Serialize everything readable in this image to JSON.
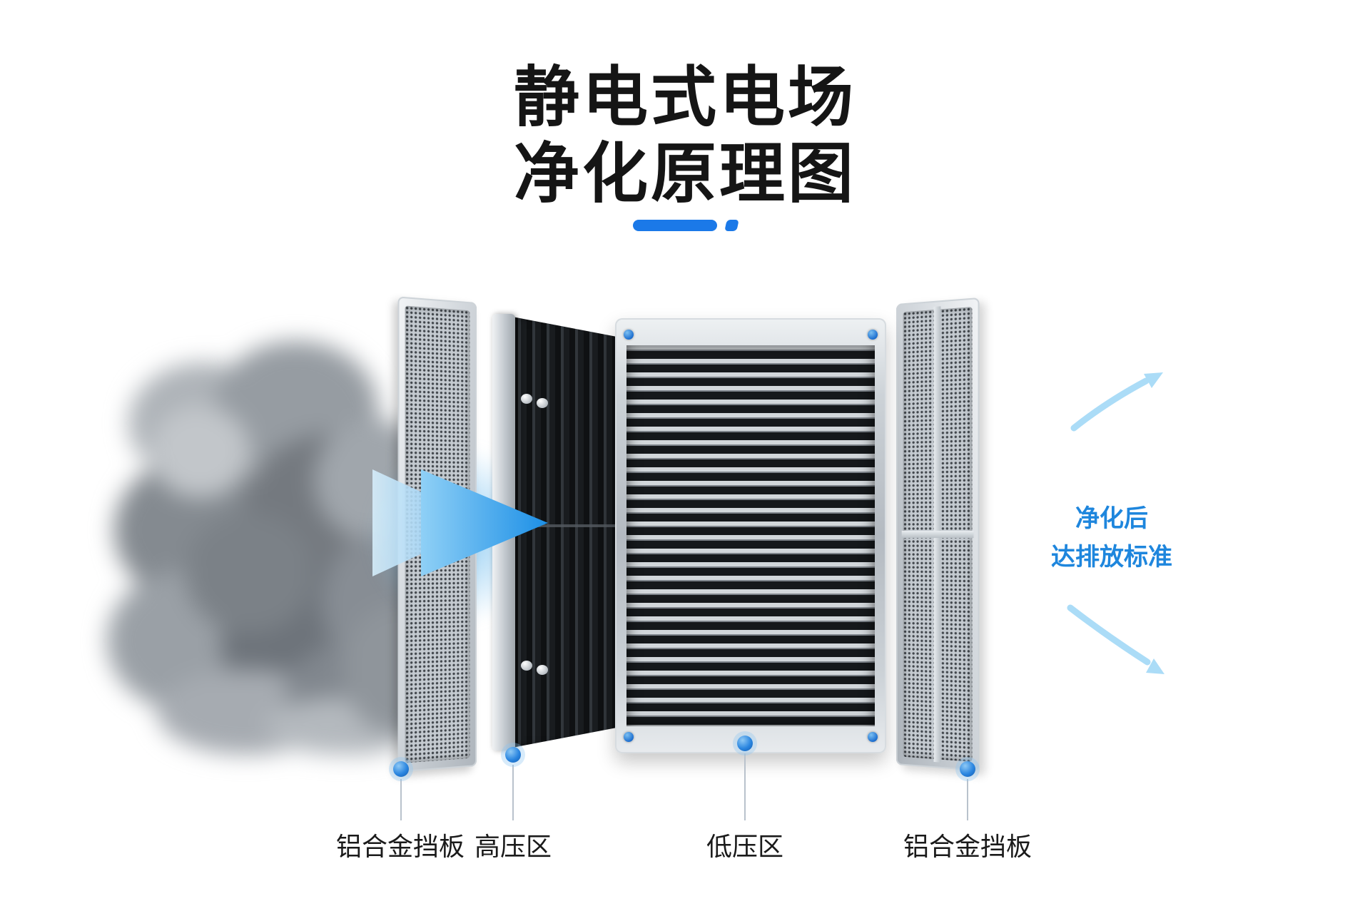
{
  "title": {
    "line1": "静电式电场",
    "line2": "净化原理图"
  },
  "result_note": {
    "line1": "净化后",
    "line2": "达排放标准"
  },
  "callouts": [
    {
      "label": "铝合金挡板"
    },
    {
      "label": "高压区"
    },
    {
      "label": "低压区"
    },
    {
      "label": "铝合金挡板"
    }
  ],
  "icons": {
    "flow_arrow": "double-chevron-right",
    "clean_air_up": "curved-arrow-up-right",
    "clean_air_down": "curved-arrow-down-right"
  },
  "colors": {
    "accent_blue": "#1b79e8",
    "arrow_blue": "#1c8fe6",
    "light_arrow_blue": "#abdcf7",
    "note_blue": "#1e86dd",
    "text_dark": "#151515",
    "metal_light": "#eef1f3",
    "metal_dark": "#aeb5bc",
    "fin_dark": "#15181b",
    "smoke_gray": "#84898f"
  }
}
